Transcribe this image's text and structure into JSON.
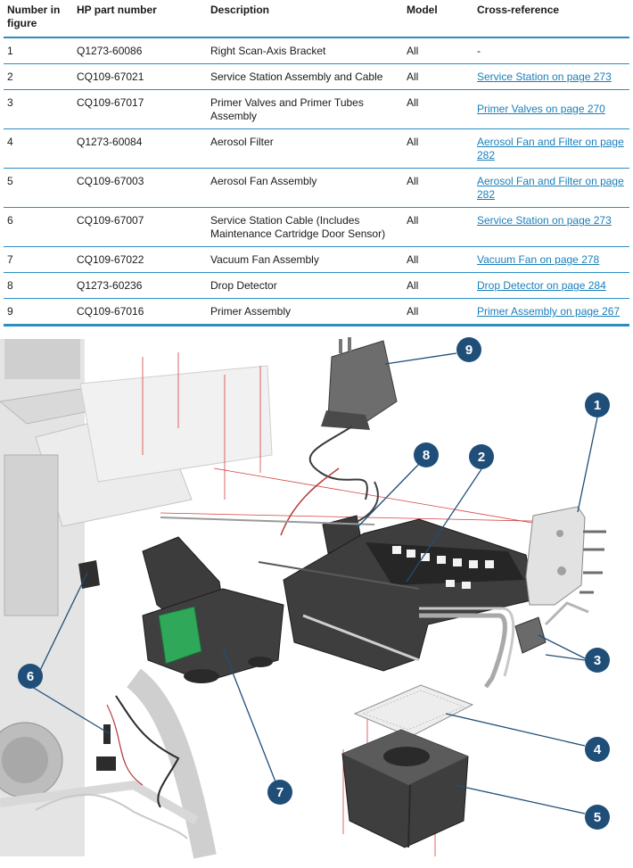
{
  "table": {
    "headers": [
      "Number in figure",
      "HP part number",
      "Description",
      "Model",
      "Cross-reference"
    ],
    "rows": [
      {
        "num": "1",
        "part": "Q1273-60086",
        "desc": "Right Scan-Axis Bracket",
        "model": "All",
        "xref": "-"
      },
      {
        "num": "2",
        "part": "CQ109-67021",
        "desc": "Service Station Assembly and Cable",
        "model": "All",
        "xref": "Service Station on page 273"
      },
      {
        "num": "3",
        "part": "CQ109-67017",
        "desc": "Primer Valves and Primer Tubes Assembly",
        "model": "All",
        "xref": "Primer Valves on page 270"
      },
      {
        "num": "4",
        "part": "Q1273-60084",
        "desc": "Aerosol Filter",
        "model": "All",
        "xref": "Aerosol Fan and Filter on page 282"
      },
      {
        "num": "5",
        "part": "CQ109-67003",
        "desc": "Aerosol Fan Assembly",
        "model": "All",
        "xref": "Aerosol Fan and Filter on page 282"
      },
      {
        "num": "6",
        "part": "CQ109-67007",
        "desc": "Service Station Cable (Includes Maintenance Cartridge Door Sensor)",
        "model": "All",
        "xref": "Service Station on page 273"
      },
      {
        "num": "7",
        "part": "CQ109-67022",
        "desc": "Vacuum Fan Assembly",
        "model": "All",
        "xref": "Vacuum Fan on page 278"
      },
      {
        "num": "8",
        "part": "Q1273-60236",
        "desc": "Drop Detector",
        "model": "All",
        "xref": "Drop Detector on page 284"
      },
      {
        "num": "9",
        "part": "CQ109-67016",
        "desc": "Primer Assembly",
        "model": "All",
        "xref": "Primer Assembly on page 267"
      }
    ]
  },
  "figure": {
    "callouts": [
      "1",
      "2",
      "3",
      "4",
      "5",
      "6",
      "7",
      "8",
      "9"
    ],
    "callout_color": "#1f4e79",
    "accent_color": "#2b8ec3"
  }
}
